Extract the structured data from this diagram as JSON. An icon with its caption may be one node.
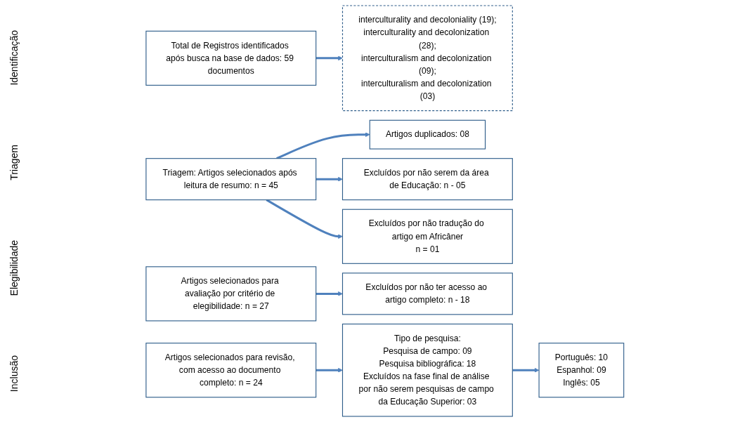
{
  "diagram": {
    "nodes": [
      {
        "text": [
          "Total de Registros identificados após busca na base de dados: 59 documentos"
        ]
      },
      {
        "text": [
          "interculturality and decoloniality (19);",
          "interculturality and decolonization (28);",
          "interculturalism and decolonization (09);",
          "interculturalism and decolonization (03)"
        ]
      },
      {
        "text": [
          "Triagem: Artigos selecionados após leitura de resumo: n = 45"
        ]
      },
      {
        "text": [
          "Artigos duplicados: 08"
        ]
      },
      {
        "text": [
          "Excluídos por não serem da área de Educação: n - 05"
        ]
      },
      {
        "text": [
          "Excluídos por não tradução do artigo em Africâner",
          "n = 01"
        ]
      },
      {
        "text": [
          "Artigos selecionados para avaliação por critério de elegibilidade: n = 27"
        ]
      },
      {
        "text": [
          "Excluídos por não ter acesso ao artigo completo: n - 18"
        ]
      },
      {
        "text": [
          "Artigos selecionados para revisão, com acesso ao documento completo: n = 24"
        ]
      },
      {
        "text": [
          "Tipo de pesquisa:",
          "Pesquisa de campo: 09",
          "Pesquisa bibliográfica: 18",
          "Excluídos na fase final de análise por não serem pesquisas de campo da Educação Superior: 03"
        ]
      },
      {
        "text": [
          "Português: 10",
          "Espanhol: 09",
          "Inglês: 05"
        ]
      }
    ],
    "edges": [
      {
        "from": 0,
        "to": 1,
        "arrow": "to"
      },
      {
        "from": 2,
        "to": 3,
        "arrow": "to"
      },
      {
        "from": 2,
        "to": 4,
        "arrow": "to"
      },
      {
        "from": 2,
        "to": 5,
        "arrow": "to"
      },
      {
        "from": 6,
        "to": 7,
        "arrow": "to"
      },
      {
        "from": 8,
        "to": 9,
        "arrow": "to"
      },
      {
        "from": 9,
        "to": 10,
        "arrow": "to"
      }
    ],
    "labels": [
      "Identificação",
      "Triagem",
      "Elegibilidade",
      "Inclusão"
    ]
  }
}
